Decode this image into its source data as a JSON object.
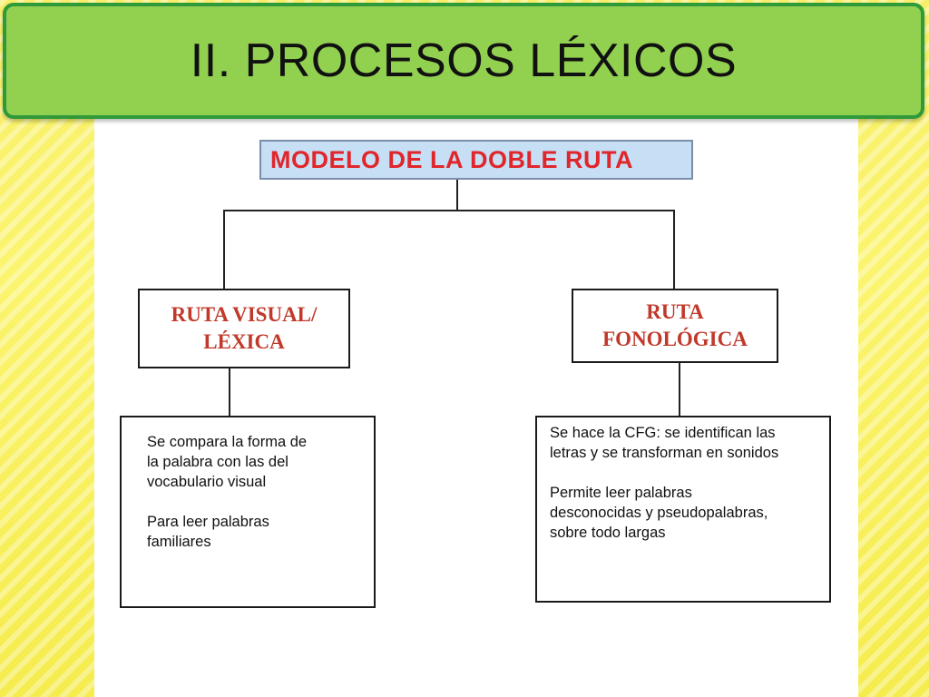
{
  "slide": {
    "title": "II. PROCESOS LÉXICOS"
  },
  "diagram": {
    "header": "MODELO DE LA DOBLE RUTA",
    "left_route": {
      "label_line1": "RUTA VISUAL/",
      "label_line2": "LÉXICA",
      "description": [
        "Se compara la forma de\nla palabra con las del\nvocabulario visual",
        "Para leer palabras\nfamiliares"
      ]
    },
    "right_route": {
      "label_line1": "RUTA",
      "label_line2": "FONOLÓGICA",
      "description": [
        "Se hace la CFG: se identifican las\nletras y se transforman en sonidos",
        "Permite leer palabras\ndesconocidas y pseudopalabras,\nsobre todo largas"
      ]
    }
  },
  "colors": {
    "title_bar": "#92d050",
    "title_border": "#2e9a3a",
    "header_fill": "#c6dff5",
    "header_text": "#e0262b",
    "route_text": "#c0392b"
  }
}
